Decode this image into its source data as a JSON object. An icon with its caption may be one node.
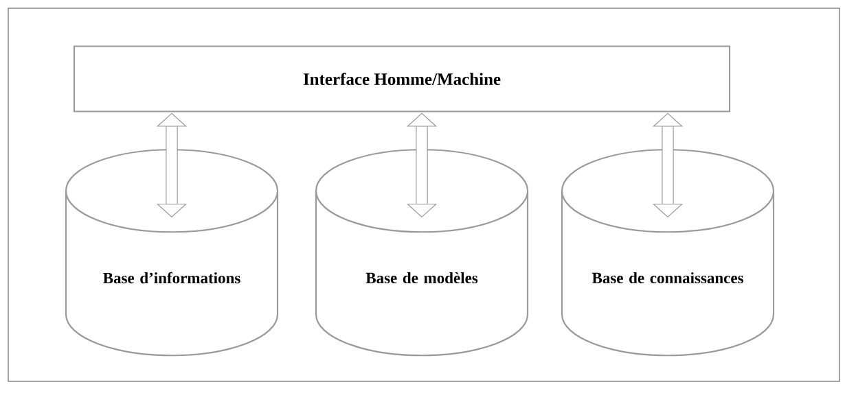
{
  "diagram": {
    "nodes": [
      {
        "text": [
          "Interface Homme/Machine"
        ]
      },
      {
        "text": [
          "Base d’informations"
        ]
      },
      {
        "text": [
          "Base de modèles"
        ]
      },
      {
        "text": [
          "Base de connaissances"
        ]
      }
    ],
    "edges": [
      {
        "from": 0,
        "to": 1,
        "arrow": "both"
      },
      {
        "from": 0,
        "to": 2,
        "arrow": "both"
      },
      {
        "from": 0,
        "to": 3,
        "arrow": "both"
      }
    ]
  }
}
